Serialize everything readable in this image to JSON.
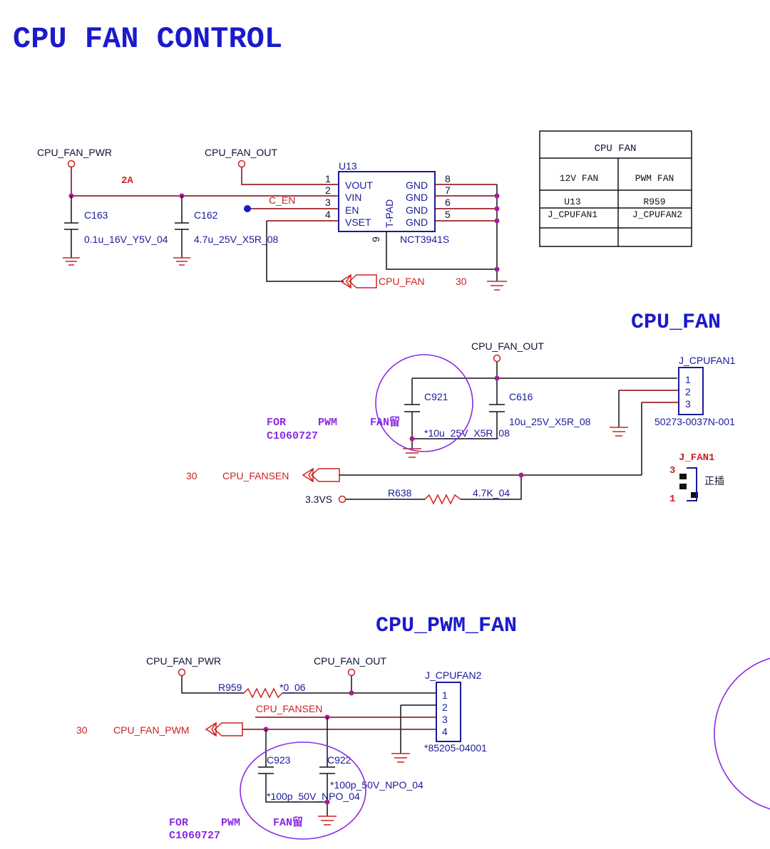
{
  "title": "CPU FAN CONTROL",
  "section1": {
    "net_pwr": "CPU_FAN_PWR",
    "net_out": "CPU_FAN_OUT",
    "current": "2A",
    "c_en": "C_EN",
    "c163_ref": "C163",
    "c163_val": "0.1u_16V_Y5V_04",
    "c162_ref": "C162",
    "c162_val": "4.7u_25V_X5R_08",
    "u13": {
      "ref": "U13",
      "part": "NCT3941S",
      "pins_left": [
        "VOUT",
        "VIN",
        "EN",
        "VSET"
      ],
      "pins_right": [
        "GND",
        "GND",
        "GND",
        "GND"
      ],
      "pin_nums_left": [
        "1",
        "2",
        "3",
        "4"
      ],
      "pin_nums_right": [
        "8",
        "7",
        "6",
        "5"
      ],
      "tpad": "T-PAD",
      "pin9": "9"
    },
    "cpu_fan_port": "CPU_FAN",
    "page_ref": "30"
  },
  "table": {
    "header": "CPU FAN",
    "col1": "12V FAN",
    "col2": "PWM FAN",
    "row1": [
      "U13",
      "R959"
    ],
    "row2": [
      "J_CPUFAN1",
      "J_CPUFAN2"
    ]
  },
  "section2": {
    "title": "CPU_FAN",
    "net_out": "CPU_FAN_OUT",
    "c921_ref": "C921",
    "c921_val": "*10u_25V_X5R_08",
    "c616_ref": "C616",
    "c616_val": "10u_25V_X5R_08",
    "conn_ref": "J_CPUFAN1",
    "conn_pins": [
      "1",
      "2",
      "3"
    ],
    "conn_part": "50273-0037N-001",
    "note1": "FOR",
    "note2": "PWM",
    "note3": "FAN留",
    "note4": "C1060727",
    "page_ref": "30",
    "fansen": "CPU_FANSEN",
    "vs": "3.3VS",
    "r638_ref": "R638",
    "r638_val": "4.7K_04",
    "jfan_ref": "J_FAN1",
    "jfan_pin3": "3",
    "jfan_pin1": "1",
    "jfan_note": "正插"
  },
  "section3": {
    "title": "CPU_PWM_FAN",
    "net_pwr": "CPU_FAN_PWR",
    "net_out": "CPU_FAN_OUT",
    "r959_ref": "R959",
    "r959_val": "*0_06",
    "fansen": "CPU_FANSEN",
    "page_ref": "30",
    "pwm": "CPU_FAN_PWM",
    "conn_ref": "J_CPUFAN2",
    "conn_pins": [
      "1",
      "2",
      "3",
      "4"
    ],
    "conn_part": "*85205-04001",
    "c923_ref": "C923",
    "c923_val": "*100p_50V_NPO_04",
    "c922_ref": "C922",
    "c922_val": "*100p_50V_NPO_04",
    "note1": "FOR",
    "note2": "PWM",
    "note3": "FAN留",
    "note4": "C1060727"
  }
}
